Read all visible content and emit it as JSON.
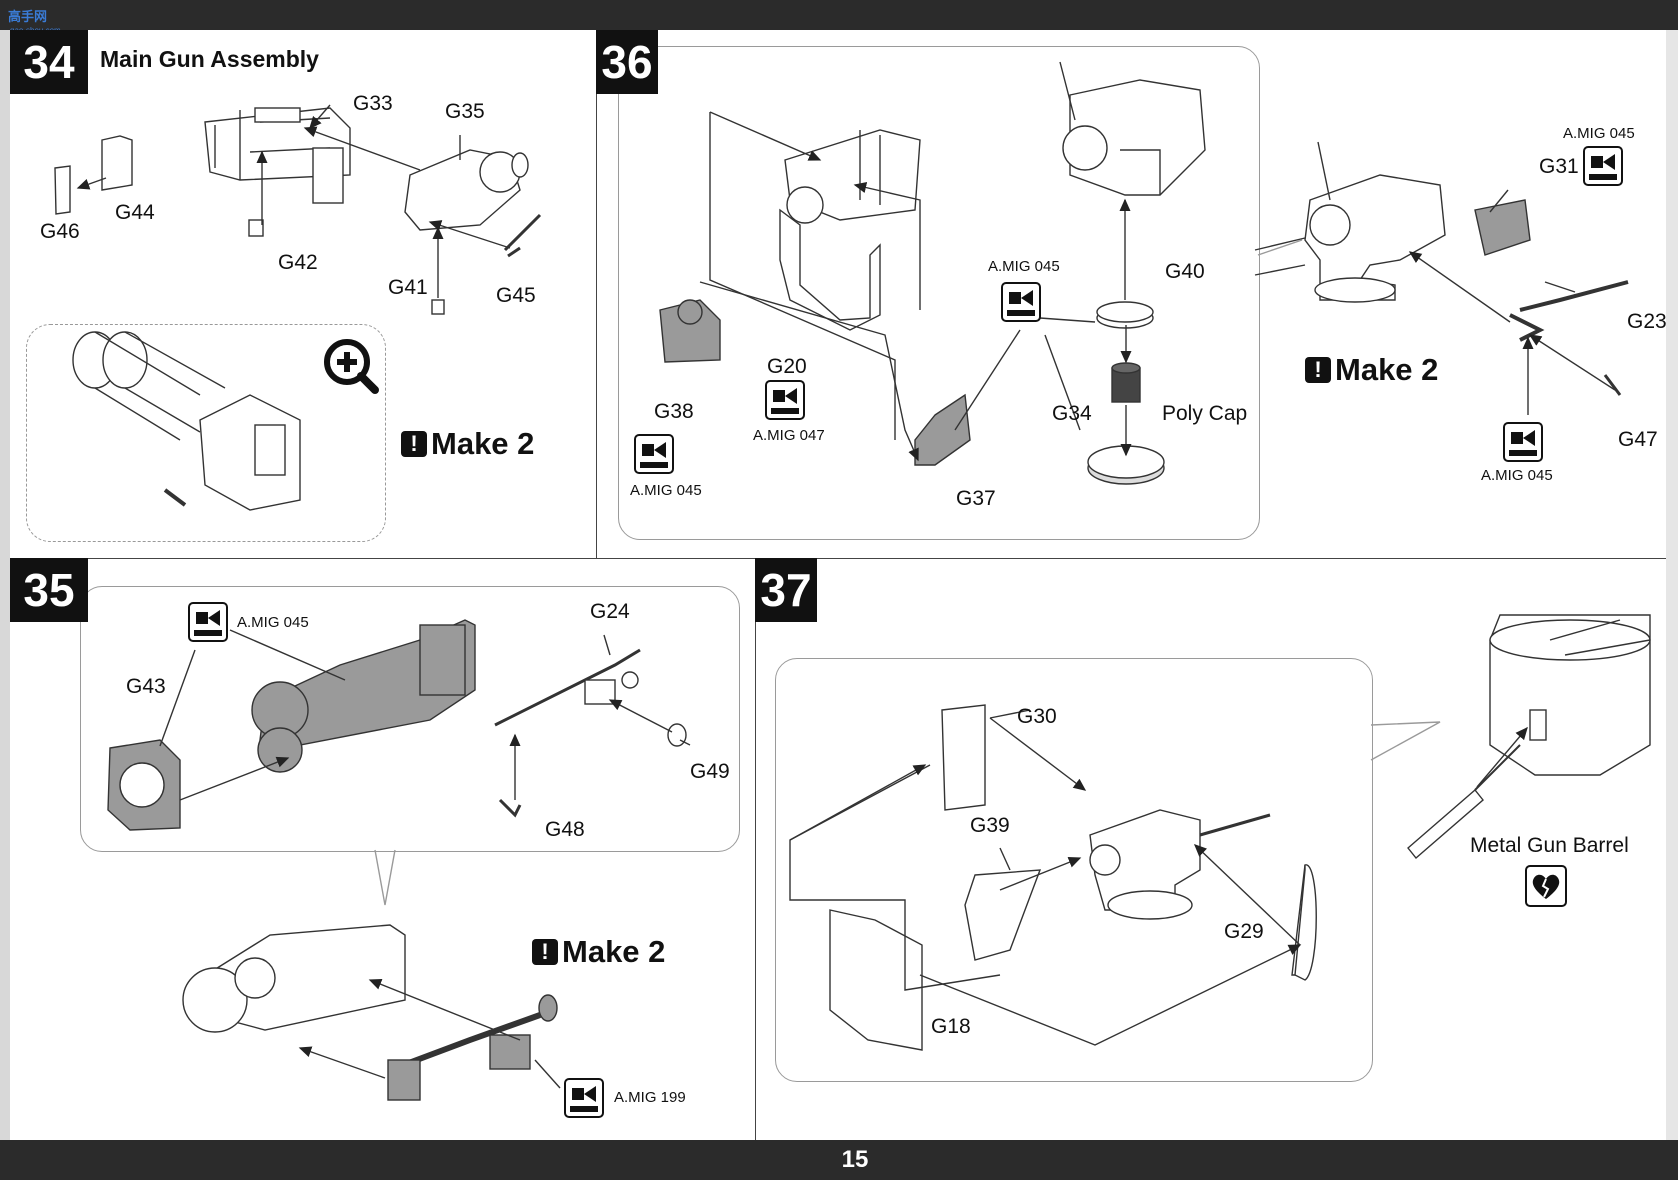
{
  "watermark": {
    "text": "高手网",
    "sub": "gao-shou.com"
  },
  "page_number": "15",
  "steps": {
    "s34": {
      "number": "34",
      "title": "Main Gun Assembly",
      "labels": {
        "g33": "G33",
        "g35": "G35",
        "g44": "G44",
        "g46": "G46",
        "g42": "G42",
        "g41": "G41",
        "g45": "G45"
      },
      "make": "Make 2",
      "zoom_icon": "magnify-plus-icon"
    },
    "s35": {
      "number": "35",
      "labels": {
        "g24": "G24",
        "g43": "G43",
        "g49": "G49",
        "g48": "G48"
      },
      "paint1": "A.MIG 045",
      "paint2": "A.MIG 199",
      "make": "Make 2"
    },
    "s36": {
      "number": "36",
      "labels": {
        "g38": "G38",
        "g20": "G20",
        "g37": "G37",
        "g34": "G34",
        "g40": "G40",
        "poly": "Poly Cap",
        "g31": "G31",
        "g23": "G23",
        "g47": "G47"
      },
      "paint_g38": "A.MIG 045",
      "paint_g20": "A.MIG 047",
      "paint_g34": "A.MIG 045",
      "paint_g31": "A.MIG 045",
      "paint_g47": "A.MIG 045",
      "make": "Make 2"
    },
    "s37": {
      "number": "37",
      "labels": {
        "g30": "G30",
        "g39": "G39",
        "g29": "G29",
        "g18": "G18",
        "barrel": "Metal Gun Barrel"
      },
      "barrel_icon": "heart-break-icon"
    }
  },
  "colors": {
    "bar": "#2b2b2b",
    "part_fill": "#9a9a9a",
    "line": "#222222"
  }
}
